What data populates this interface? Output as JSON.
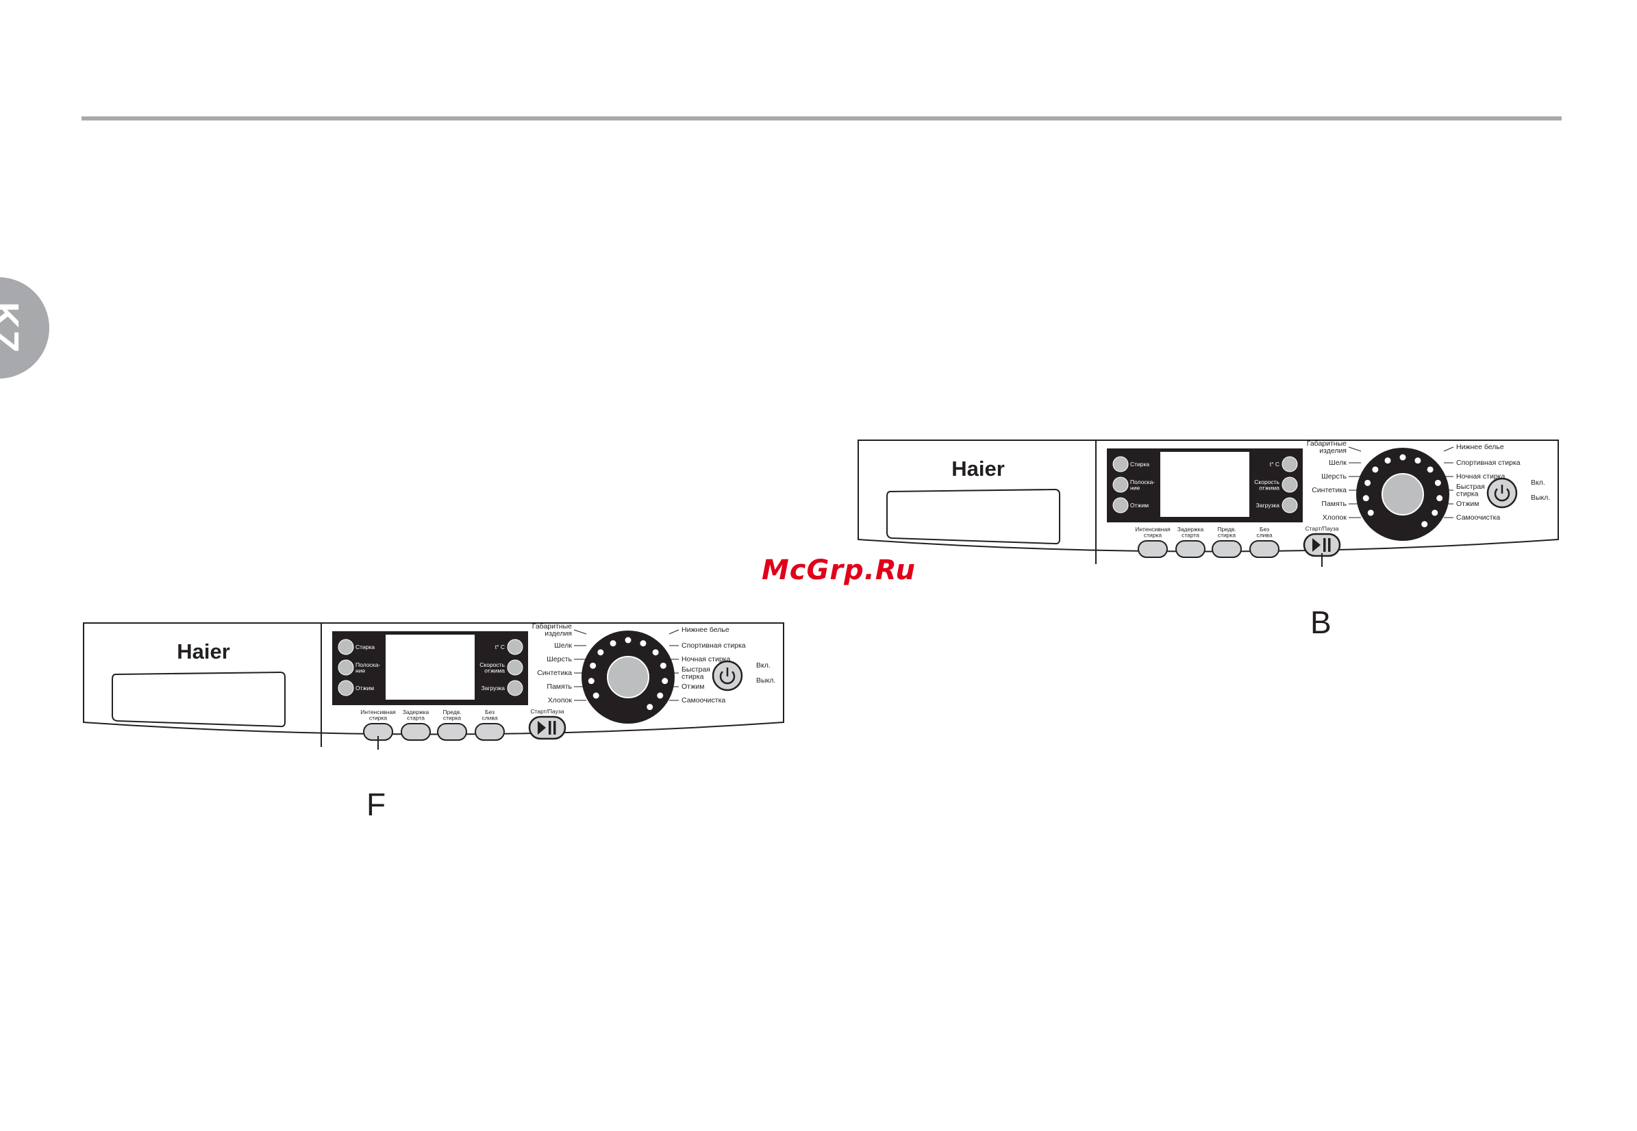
{
  "side_tab": {
    "text": "KZ"
  },
  "watermark": {
    "text": "McGrp.Ru"
  },
  "panel": {
    "brand": "Haier",
    "display_left": [
      "Стирка",
      "Полоска-\nние",
      "Отжим"
    ],
    "display_right": [
      "t° C",
      "Скорость\nотжима",
      "Загрузка"
    ],
    "buttons": [
      "Интенсивная\nстирка",
      "Задержка\nстарта",
      "Предв.\nстирка",
      "Без\nслива"
    ],
    "start_label": "Старт/Пауза",
    "programs_left": [
      "Габаритные\nизделия",
      "Шелк",
      "Шерсть",
      "Синтетика",
      "Память",
      "Хлопок"
    ],
    "programs_right": [
      "Нижнее белье",
      "Спортивная стирка",
      "Ночная стирка",
      "Быстрая\nстирка",
      "Отжим",
      "Самоочистка"
    ],
    "power_labels": [
      "Вкл.",
      "Выкл."
    ]
  },
  "callouts": {
    "left": "F",
    "right": "B"
  },
  "colors": {
    "rule": "#a7a9ac",
    "watermark": "#e0001a",
    "display_bg": "#231f20",
    "knob": "#bcbec0"
  }
}
